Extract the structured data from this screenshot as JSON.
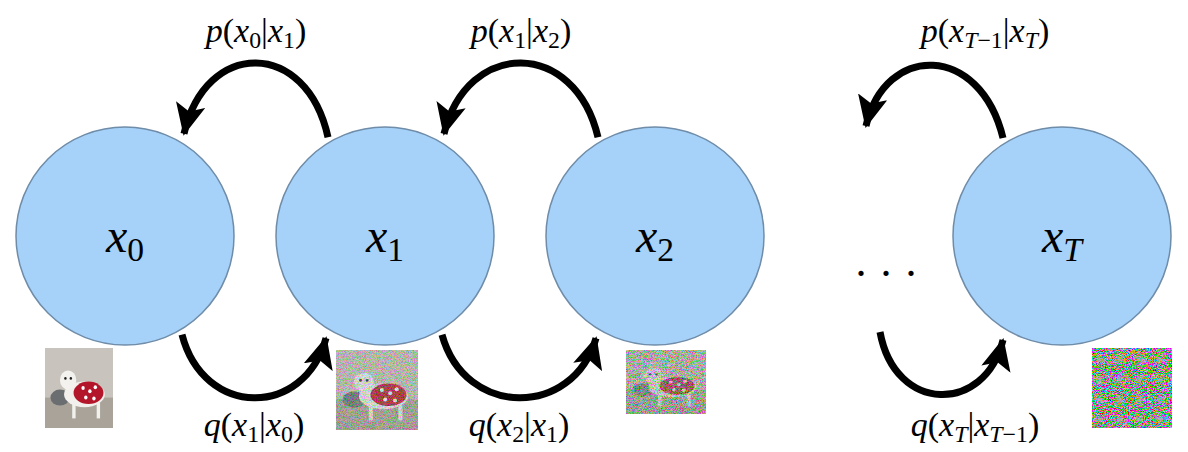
{
  "diagram": {
    "nodes": [
      {
        "text": [
          "x0"
        ]
      },
      {
        "text": [
          "x1"
        ]
      },
      {
        "text": [
          "x2"
        ]
      },
      {
        "text": [
          "xT"
        ]
      }
    ],
    "edges": [
      {
        "from": 1,
        "to": 0,
        "arrow": "to",
        "label": "p(x0|x1)"
      },
      {
        "from": 2,
        "to": 1,
        "arrow": "to",
        "label": "p(x1|x2)"
      },
      {
        "from": 0,
        "to": 1,
        "arrow": "to",
        "label": "q(x1|x0)"
      },
      {
        "from": 1,
        "to": 2,
        "arrow": "to",
        "label": "q(x2|x1)"
      }
    ],
    "labels": [
      "...",
      "p(xT−1|xT)",
      "q(xT|xT−1)"
    ]
  }
}
